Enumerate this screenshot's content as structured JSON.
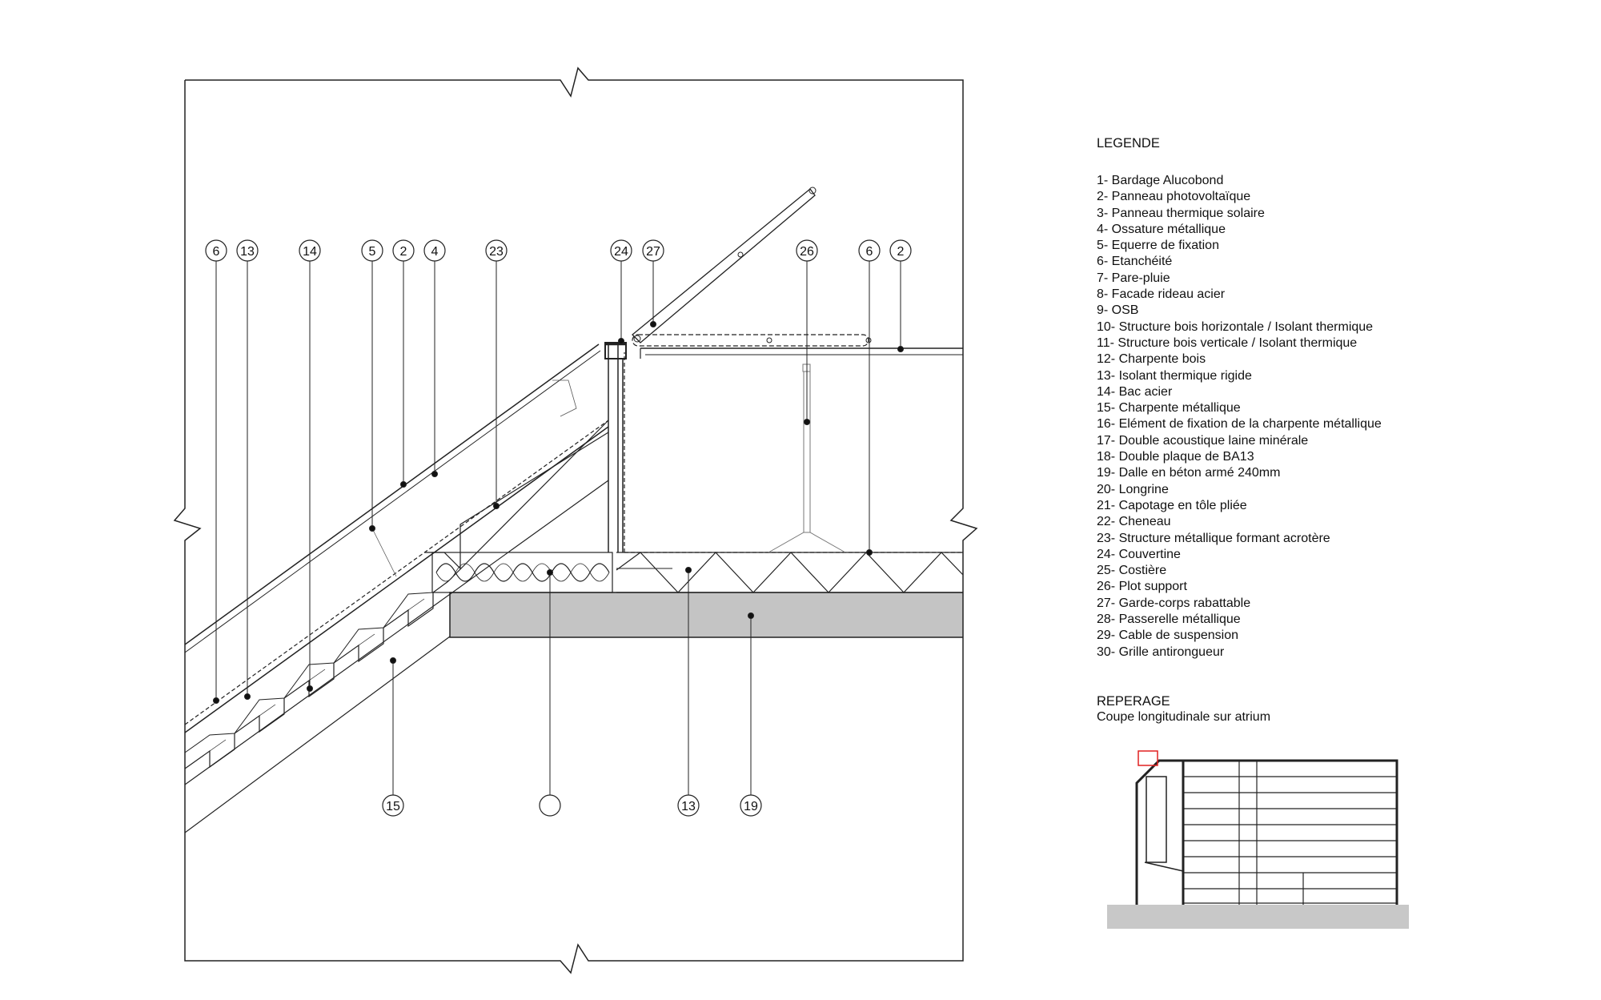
{
  "legend": {
    "title": "LEGENDE",
    "items": [
      "1- Bardage Alucobond",
      "2- Panneau photovoltaïque",
      "3- Panneau thermique solaire",
      "4- Ossature métallique",
      "5- Equerre de fixation",
      "6- Etanchéité",
      "7- Pare-pluie",
      "8- Facade rideau acier",
      "9- OSB",
      "10- Structure bois horizontale / Isolant thermique",
      "11- Structure bois verticale / Isolant thermique",
      "12- Charpente bois",
      "13- Isolant thermique rigide",
      "14- Bac acier",
      "15- Charpente métallique",
      "16- Elément de fixation de la charpente métallique",
      "17- Double acoustique laine minérale",
      "18- Double plaque de BA13",
      "19- Dalle en béton armé 240mm",
      "20- Longrine",
      "21- Capotage en tôle pliée",
      "22- Cheneau",
      "23- Structure métallique formant acrotère",
      "24- Couvertine",
      "25- Costière",
      "26- Plot support",
      "27- Garde-corps rabattable",
      "28- Passerelle métallique",
      "29- Cable de suspension",
      "30- Grille antirongueur"
    ]
  },
  "reperage": {
    "title": "REPERAGE",
    "subtitle": "Coupe longitudinale sur atrium"
  },
  "callouts": {
    "top": [
      "6",
      "13",
      "14",
      "5",
      "2",
      "4",
      "23",
      "24",
      "27",
      "26",
      "6",
      "2"
    ],
    "bottom": [
      "15",
      "",
      "13",
      "19"
    ]
  },
  "colors": {
    "line": "#222222",
    "concrete": "#c4c4c4",
    "ground": "#c8c8c8",
    "highlight": "#e02020"
  }
}
